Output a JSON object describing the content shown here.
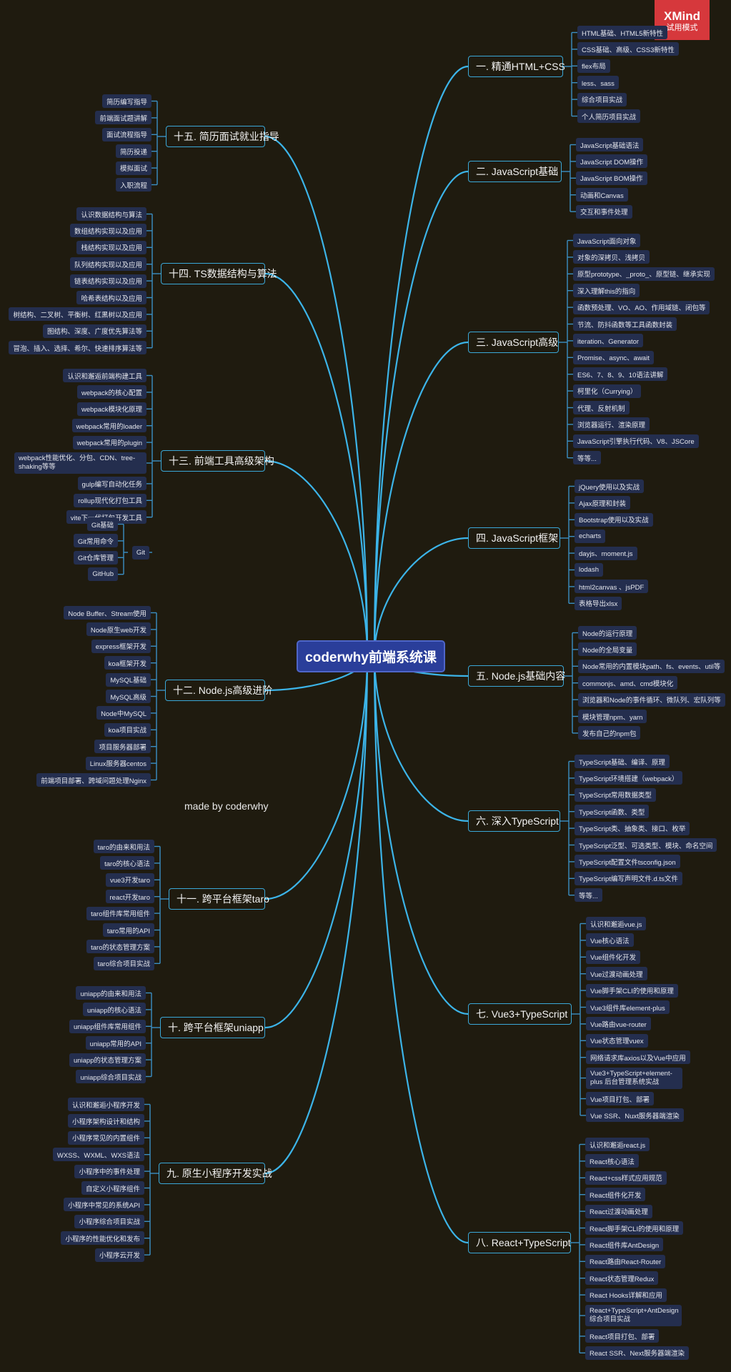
{
  "watermark": {
    "brand": "XMind",
    "sub": "试用模式"
  },
  "center": "coderwhy前端系统课",
  "credit": "made by coderwhy",
  "branches": {
    "b1": {
      "label": "一. 精通HTML+CSS",
      "items": [
        "HTML基础、HTML5新特性",
        "CSS基础、高级、CSS3新特性",
        "flex布局",
        "less、sass",
        "综合项目实战",
        "个人简历项目实战"
      ]
    },
    "b2": {
      "label": "二. JavaScript基础",
      "items": [
        "JavaScript基础语法",
        "JavaScript DOM操作",
        "JavaScript BOM操作",
        "动画和Canvas",
        "交互和事件处理"
      ]
    },
    "b3": {
      "label": "三. JavaScript高级",
      "items": [
        "JavaScript面向对象",
        "对象的深拷贝、浅拷贝",
        "原型prototype、_proto_、原型链、继承实现",
        "深入理解this的指向",
        "函数预处理、VO、AO、作用域链、闭包等",
        "节流、防抖函数等工具函数封装",
        "iteration、Generator",
        "Promise、async、await",
        "ES6、7、8、9、10语法讲解",
        "柯里化（Currying）",
        "代理、反射机制",
        "浏览器运行、渲染原理",
        "JavaScript引擎执行代码、V8、JSCore",
        "等等..."
      ]
    },
    "b4": {
      "label": "四. JavaScript框架",
      "items": [
        "jQuery使用以及实战",
        "Ajax原理和封装",
        "Bootstrap使用以及实战",
        "echarts",
        "dayjs、moment.js",
        "lodash",
        "html2canvas 、jsPDF",
        "表格导出xlsx"
      ]
    },
    "b5": {
      "label": "五. Node.js基础内容",
      "items": [
        "Node的运行原理",
        "Node的全局变量",
        "Node常用的内置模块path、fs、events、util等",
        "commonjs、amd、cmd模块化",
        "浏览器和Node的事件循环、微队列、宏队列等",
        "模块管理npm、yarn",
        "发布自己的npm包"
      ]
    },
    "b6": {
      "label": "六. 深入TypeScript",
      "items": [
        "TypeScript基础、编译、原理",
        "TypeScript环境搭建（webpack）",
        "TypeScript常用数据类型",
        "TypeScript函数、类型",
        "TypeScript类、抽象类、接口、枚举",
        "TypeScript泛型、可选类型、模块、命名空间",
        "TypeScript配置文件tsconfig.json",
        "TypeScript编写声明文件.d.ts文件",
        "等等..."
      ]
    },
    "b7": {
      "label": "七. Vue3+TypeScript",
      "items": [
        "认识和邂逅vue.js",
        "Vue核心语法",
        "Vue组件化开发",
        "Vue过渡动画处理",
        "Vue脚手架CLI的使用和原理",
        "Vue3组件库element-plus",
        "Vue路由vue-router",
        "Vue状态管理vuex",
        "网络请求库axios以及Vue中应用",
        "Vue3+TypeScript+element-plus 后台管理系统实战",
        "Vue项目打包、部署",
        "Vue SSR、Nuxt服务器端渲染"
      ]
    },
    "b8": {
      "label": "八. React+TypeScript",
      "items": [
        "认识和邂逅react.js",
        "React核心语法",
        "React+css样式应用规范",
        "React组件化开发",
        "React过渡动画处理",
        "React脚手架CLI的使用和原理",
        "React组件库AntDesign",
        "React路由React-Router",
        "React状态管理Redux",
        "React Hooks详解和应用",
        "React+TypeScript+AntDesign 综合项目实战",
        "React项目打包、部署",
        "React SSR、Next服务器端渲染"
      ]
    },
    "b9": {
      "label": "九. 原生小程序开发实战",
      "items": [
        "认识和邂逅小程序开发",
        "小程序架构设计和结构",
        "小程序常见的内置组件",
        "WXSS、WXML、WXS语法",
        "小程序中的事件处理",
        "自定义小程序组件",
        "小程序中常见的系统API",
        "小程序综合项目实战",
        "小程序的性能优化和发布",
        "小程序云开发"
      ]
    },
    "b10": {
      "label": "十. 跨平台框架uniapp",
      "items": [
        "uniapp的由来和用法",
        "uniapp的核心语法",
        "uniapp组件库常用组件",
        "uniapp常用的API",
        "uniapp的状态管理方案",
        "uniapp综合项目实战"
      ]
    },
    "b11": {
      "label": "十一. 跨平台框架taro",
      "items": [
        "taro的由来和用法",
        "taro的核心语法",
        "vue3开发taro",
        "react开发taro",
        "taro组件库常用组件",
        "taro常用的API",
        "taro的状态管理方案",
        "taro综合项目实战"
      ]
    },
    "b12": {
      "label": "十二. Node.js高级进阶",
      "items": [
        "Node Buffer、Stream使用",
        "Node原生web开发",
        "express框架开发",
        "koa框架开发",
        "MySQL基础",
        "MySQL高级",
        "Node中MySQL",
        "koa项目实战",
        "项目服务器部署",
        "Linux服务器centos",
        "前端项目部署、跨域问题处理Nginx"
      ]
    },
    "b13": {
      "label": "十三. 前端工具高级架构",
      "items": [
        "认识和邂逅前端构建工具",
        "webpack的核心配置",
        "webpack模块化原理",
        "webpack常用的loader",
        "webpack常用的plugin",
        "webpack性能优化、分包、CDN、tree-shaking等等",
        "gulp编写自动化任务",
        "rollup现代化打包工具",
        "vite下一代打包开发工具"
      ],
      "sub": {
        "label": "Git",
        "items": [
          "Git基础",
          "Git常用命令",
          "Git仓库管理",
          "GitHub"
        ]
      }
    },
    "b14": {
      "label": "十四. TS数据结构与算法",
      "items": [
        "认识数据结构与算法",
        "数组结构实现以及应用",
        "栈结构实现以及应用",
        "队列结构实现以及应用",
        "链表结构实现以及应用",
        "哈希表结构以及应用",
        "树结构、二叉树、平衡树、红黑树以及应用",
        "图结构、深度、广度优先算法等",
        "冒泡、插入、选择、希尔、快速排序算法等"
      ]
    },
    "b15": {
      "label": "十五. 简历面试就业指导",
      "items": [
        "简历编写指导",
        "前端面试题讲解",
        "面试流程指导",
        "简历投递",
        "模拟面试",
        "入职流程"
      ]
    }
  }
}
